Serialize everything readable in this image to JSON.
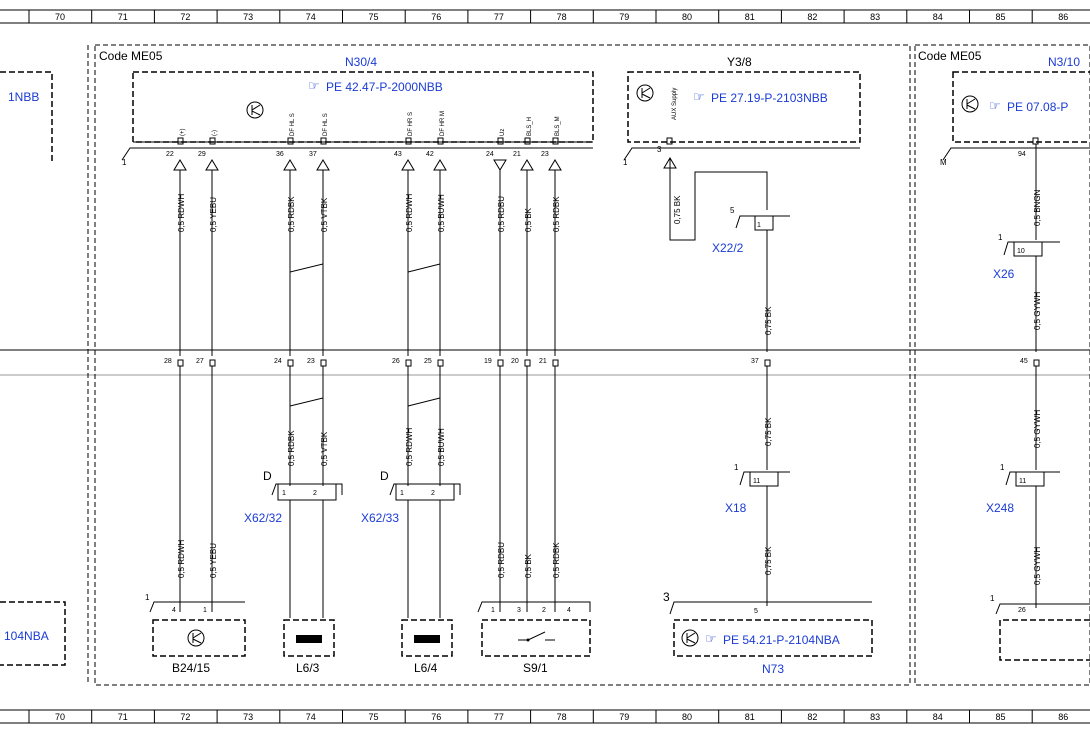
{
  "ruler": {
    "numbers": [
      "70",
      "71",
      "72",
      "73",
      "74",
      "75",
      "76",
      "77",
      "78",
      "79",
      "80",
      "81",
      "82",
      "83",
      "84",
      "85",
      "86"
    ]
  },
  "codes": {
    "left": "Code ME05",
    "right": "Code ME05"
  },
  "modules": {
    "n30_4": {
      "name": "N30/4",
      "ref": "PE 42.47-P-2000NBB",
      "ground": "1"
    },
    "y3_8": {
      "name": "Y3/8",
      "ref": "PE 27.19-P-2103NBB",
      "ground": "1",
      "pin_label": "AUX Supply",
      "pin": "3"
    },
    "n3_10": {
      "name": "N3/10",
      "ref": "PE 07.08-P",
      "ground": "M",
      "pin": "94"
    },
    "left_top_ref": "1NBB",
    "left_bottom_ref": "104NBA",
    "b24_15": {
      "name": "B24/15",
      "ground": "1",
      "pins": [
        "4",
        "1"
      ]
    },
    "l6_3": {
      "name": "L6/3"
    },
    "l6_4": {
      "name": "L6/4"
    },
    "s9_1": {
      "name": "S9/1",
      "pins": [
        "1",
        "3",
        "2",
        "4"
      ]
    },
    "n73": {
      "name": "N73",
      "ref": "PE 54.21-P-2104NBA",
      "ground": "3",
      "pin": "5"
    }
  },
  "n30_pins": [
    {
      "pin": "22",
      "label": "(+)"
    },
    {
      "pin": "29",
      "label": "(-)"
    },
    {
      "pin": "36",
      "label": "DF HL S"
    },
    {
      "pin": "37",
      "label": "DF HL S"
    },
    {
      "pin": "43",
      "label": "DF HR S"
    },
    {
      "pin": "42",
      "label": "DF HR M"
    },
    {
      "pin": "24",
      "label": "Uz"
    },
    {
      "pin": "21",
      "label": "BLS_H"
    },
    {
      "pin": "23",
      "label": "BLS_M"
    }
  ],
  "wires_top": [
    "0,5 RDWH",
    "0,5 YEBU",
    "0,5 RDBK",
    "0,5 VTBK",
    "0,5 RDWH",
    "0,5 BUWH",
    "0,5 RDBU",
    "0,5 BK",
    "0,5 RDBK"
  ],
  "separation_pins": [
    "28",
    "27",
    "24",
    "23",
    "26",
    "25",
    "19",
    "20",
    "21",
    "37",
    "45"
  ],
  "wires_mid": [
    "0,5 RDBK",
    "0,5 VTBK",
    "0,5 RDWH",
    "0,5 BUWH"
  ],
  "wires_bottom": [
    "0,5 RDWH",
    "0,5 YEBU",
    "0,5 RDBU",
    "0,5 BK",
    "0,5 RDBK"
  ],
  "connectors": {
    "x62_32": {
      "name": "X62/32",
      "letter": "D",
      "pins": [
        "1",
        "2"
      ]
    },
    "x62_33": {
      "name": "X62/33",
      "letter": "D",
      "pins": [
        "1",
        "2"
      ]
    },
    "x22_2": {
      "name": "X22/2",
      "ground": "5",
      "pin": "1"
    },
    "x26": {
      "name": "X26",
      "ground": "1",
      "pin": "10"
    },
    "x18": {
      "name": "X18",
      "ground": "1",
      "pin": "11"
    },
    "x248": {
      "name": "X248",
      "ground": "1",
      "pin": "11"
    },
    "right_bottom": {
      "ground": "1",
      "pin": "26"
    }
  },
  "y3_wires": [
    "0,75 BK",
    "0,75 BK",
    "0,75 BK",
    "0,75 BK"
  ],
  "n3_wires": [
    "0,5 BNGN",
    "0,5 GYWH",
    "0,5 GYWH",
    "0,5 GYWH"
  ]
}
